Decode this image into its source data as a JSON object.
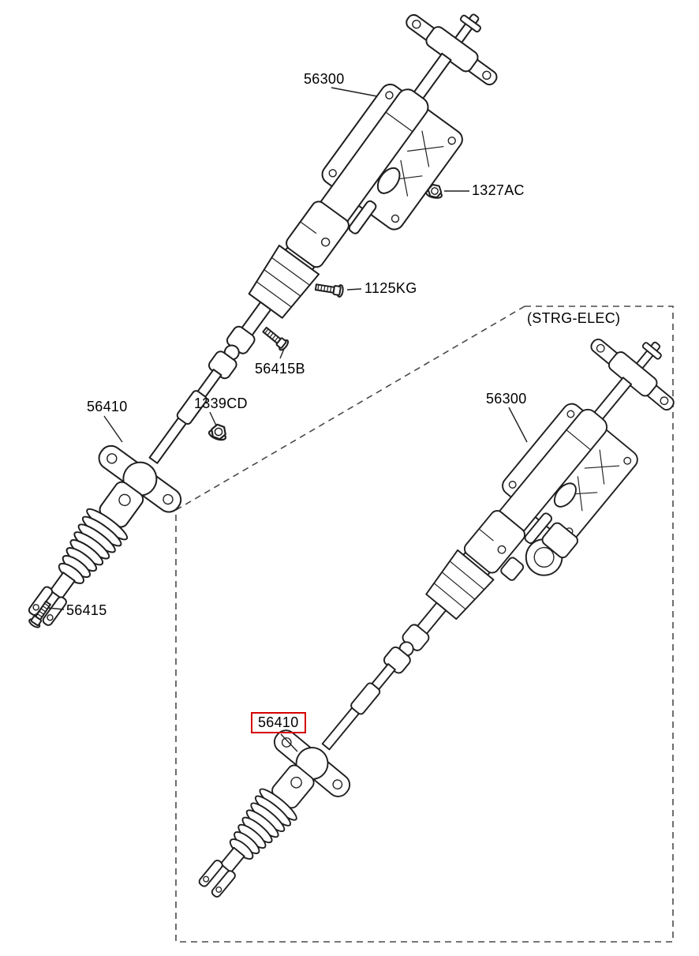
{
  "diagram": {
    "type": "parts-diagram",
    "background_color": "#ffffff",
    "line_color": "#1f1f1f",
    "highlight_color": "#d40000",
    "group_box_label": "(STRG-ELEC)"
  },
  "labels": [
    {
      "part_no": "56300",
      "variant": "standard",
      "highlighted": false
    },
    {
      "part_no": "1327AC",
      "variant": "standard",
      "highlighted": false
    },
    {
      "part_no": "1125KG",
      "variant": "standard",
      "highlighted": false
    },
    {
      "part_no": "56415B",
      "variant": "standard",
      "highlighted": false
    },
    {
      "part_no": "1339CD",
      "variant": "standard",
      "highlighted": false
    },
    {
      "part_no": "56410",
      "variant": "standard",
      "highlighted": false
    },
    {
      "part_no": "56415",
      "variant": "standard",
      "highlighted": false
    },
    {
      "part_no": "56300",
      "variant": "strg-elec",
      "highlighted": false
    },
    {
      "part_no": "56410",
      "variant": "strg-elec",
      "highlighted": true
    }
  ]
}
